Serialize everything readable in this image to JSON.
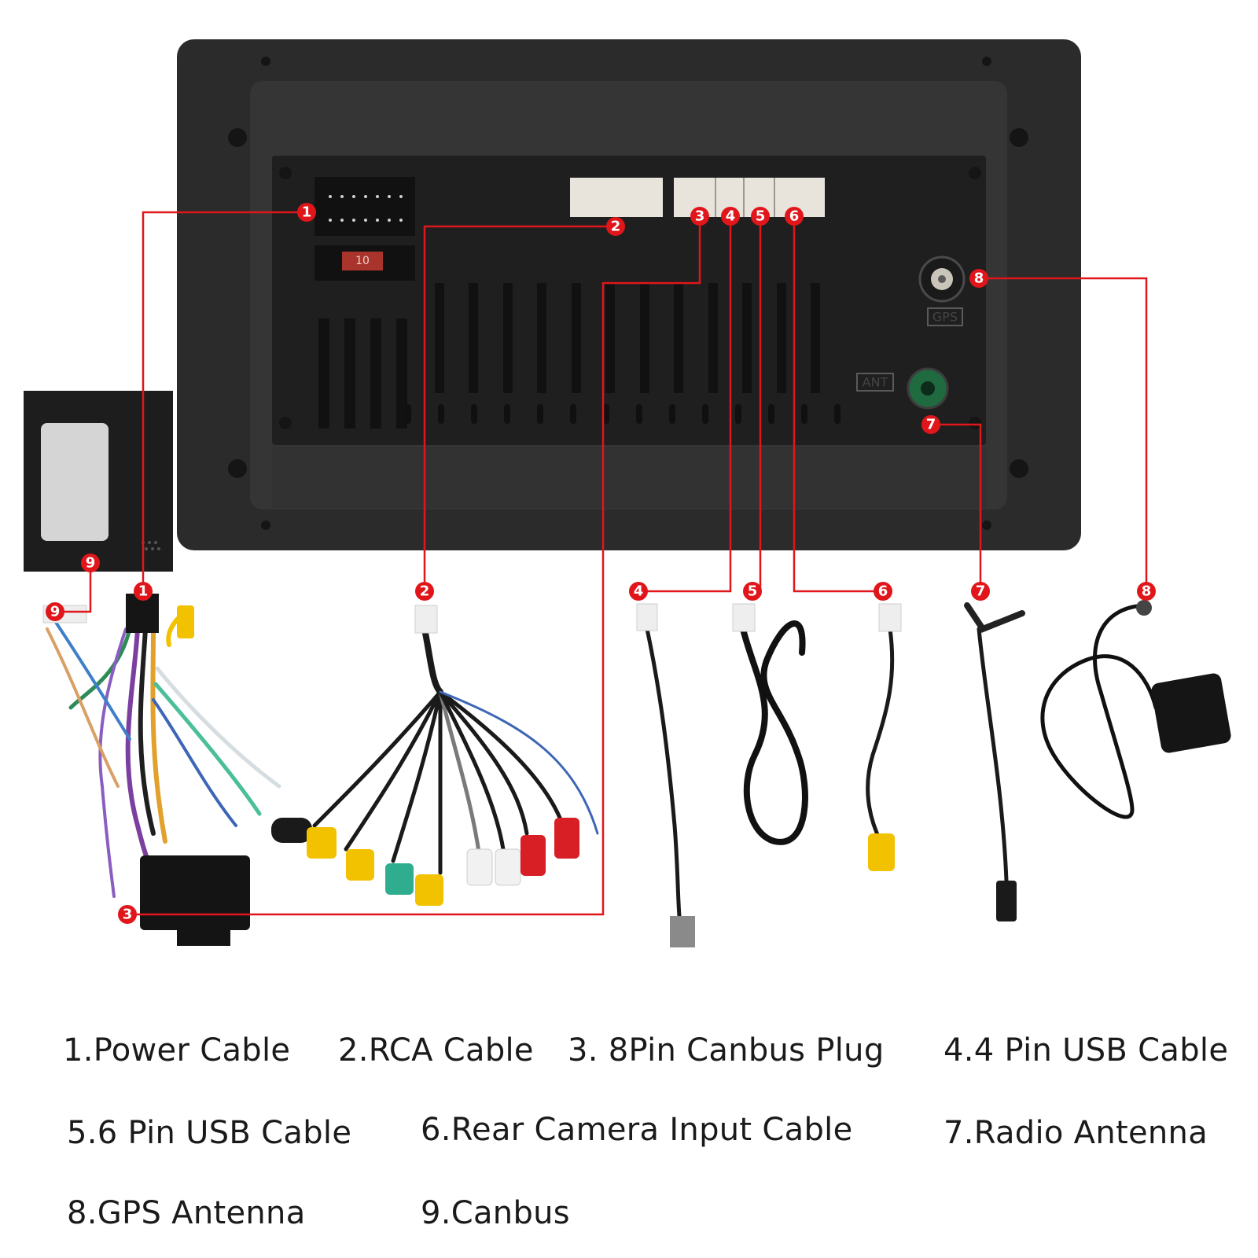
{
  "panel": {
    "gps_port_label": "GPS",
    "ant_port_label": "ANT",
    "fuse_label": "10"
  },
  "markers": [
    "1",
    "2",
    "3",
    "4",
    "5",
    "6",
    "7",
    "8",
    "9"
  ],
  "legend": [
    "1.Power Cable",
    "2.RCA Cable",
    "3. 8Pin Canbus Plug",
    "4.4 Pin USB Cable",
    "5.6 Pin USB Cable",
    "6.Rear Camera Input Cable",
    "7.Radio Antenna",
    "8.GPS Antenna",
    "9.Canbus"
  ],
  "colors": {
    "leader_line": "#e0161b",
    "marker_fill": "#e0161b",
    "panel_body": "#2b2b2b",
    "panel_inner": "#3a3a3a"
  }
}
